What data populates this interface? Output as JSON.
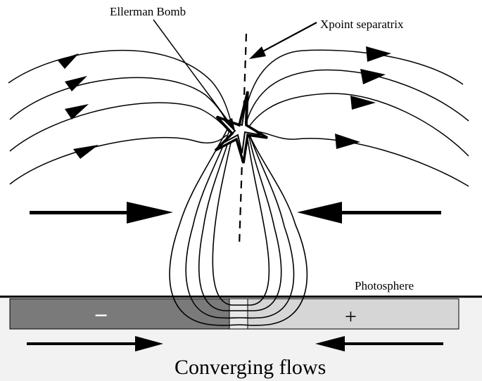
{
  "labels": {
    "event": "Ellerman Bomb",
    "separatrix": "Xpoint separatrix",
    "surface": "Photosphere",
    "negative_polarity": "−",
    "positive_polarity": "+",
    "caption": "Converging flows"
  },
  "colors": {
    "line": "#000000",
    "background_below_surface": "#f2f2f2",
    "negative_region": "#7a7a7a",
    "positive_region": "#d6d6d6"
  }
}
